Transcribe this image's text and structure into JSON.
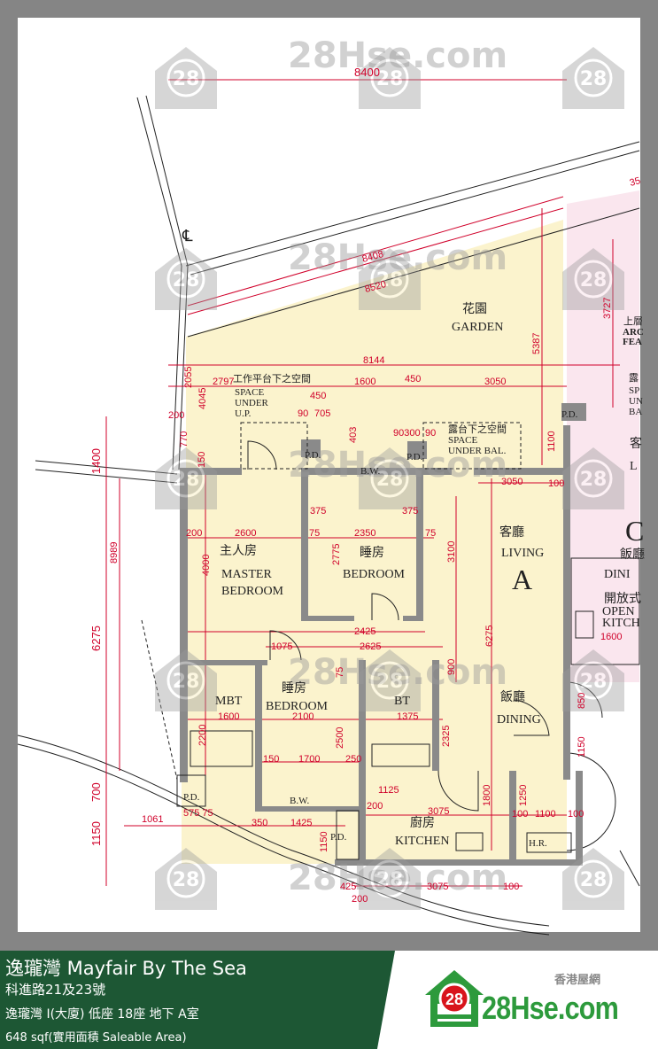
{
  "plan": {
    "rooms": {
      "garden_cn": "花園",
      "garden_en": "GARDEN",
      "master_cn": "主人房",
      "master_en1": "MASTER",
      "master_en2": "BEDROOM",
      "bed1_cn": "睡房",
      "bed1_en": "BEDROOM",
      "bed2_cn": "睡房",
      "bed2_en": "BEDROOM",
      "living_cn": "客廳",
      "living_en": "LIVING",
      "unit": "A",
      "dining_cn": "飯廳",
      "dining_en": "DINING",
      "kitchen_cn": "廚房",
      "kitchen_en": "KITCHEN",
      "mbt": "MBT",
      "bt": "BT",
      "bw1": "B.W.",
      "bw2": "B.W.",
      "pd1": "P.D.",
      "pd2": "P.D.",
      "pd3": "P.D.",
      "pd4": "P.D.",
      "pd5": "P.D.",
      "hr": "H.R.",
      "up_cn": "工作平台下之空間",
      "up_en1": "SPACE",
      "up_en2": "UNDER",
      "up_en3": "U.P.",
      "bal_cn": "露台下之空間",
      "bal_en1": "SPACE",
      "bal_en2": "UNDER BAL.",
      "centerline": "℄"
    },
    "neighbor": {
      "feat1": "上層",
      "feat2": "ARC",
      "feat3": "FEA",
      "bal1": "露",
      "bal2": "SP",
      "bal3": "UN",
      "bal4": "BA",
      "living1": "客",
      "living2": "L",
      "unit": "C",
      "dining1": "飯廳",
      "dining2": "DINI",
      "kitchen1": "開放式",
      "kitchen2": "OPEN",
      "kitchen3": "KITCH",
      "dim": "1600"
    },
    "dims": [
      "8400",
      "8408",
      "8520",
      "8144",
      "2797",
      "1600",
      "450",
      "3050",
      "450",
      "90",
      "705",
      "403",
      "90300",
      "90",
      "5387",
      "3727",
      "1100",
      "3050",
      "100",
      "2600",
      "2350",
      "200",
      "75",
      "75",
      "375",
      "375",
      "4000",
      "2775",
      "3100",
      "6275",
      "8989",
      "6275",
      "1400",
      "1150",
      "700",
      "2425",
      "2625",
      "1075",
      "900",
      "75",
      "1600",
      "2100",
      "1375",
      "2200",
      "2500",
      "2325",
      "1700",
      "150",
      "250",
      "1800",
      "1125",
      "3075",
      "200",
      "1250",
      "100",
      "1100",
      "100",
      "350",
      "1425",
      "1150",
      "575 75",
      "1061",
      "425",
      "3075",
      "200",
      "100",
      "4045",
      "2055",
      "770",
      "150",
      "200",
      "850",
      "1150",
      "35"
    ],
    "watermark": "28Hse.com",
    "watermark_badge": "28"
  },
  "footer": {
    "title": "逸瓏灣 Mayfair By The Sea",
    "address": "科進路21及23號",
    "unit": "逸瓏灣 I(大廈) 低座 18座 地下 A室",
    "area": "648 sqf(實用面積 Saleable Area)",
    "logo_cn": "香港屋網",
    "logo_text": "28Hse.com",
    "logo_badge": "28",
    "colors": {
      "green": "#1d5734",
      "logo_green": "#2d9a3c",
      "badge_red": "#d8141c"
    }
  }
}
